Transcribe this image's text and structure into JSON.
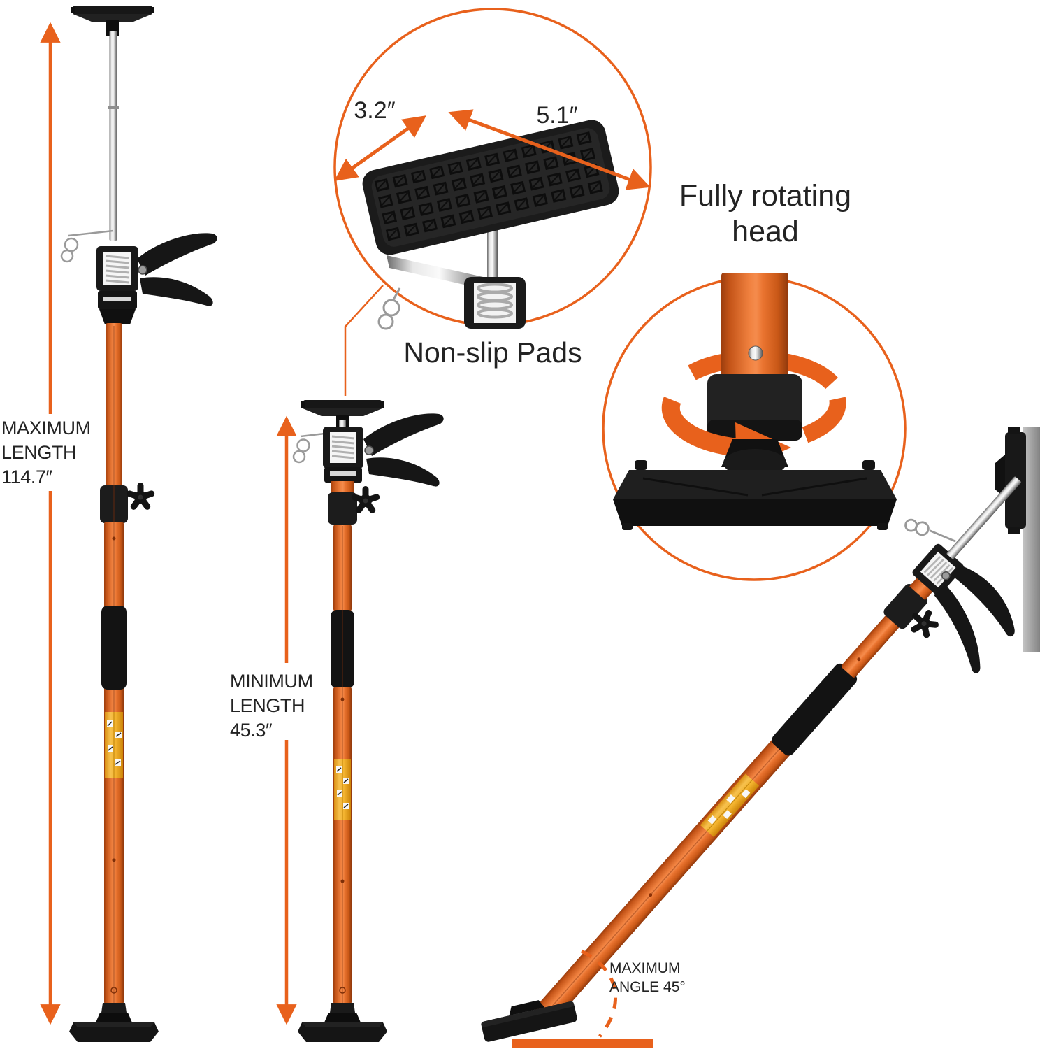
{
  "colors": {
    "accent": "#E8611C",
    "text": "#232323",
    "pole_orange": "#F0813F",
    "hardware_black": "#171717",
    "background": "#FFFFFF"
  },
  "left_figure": {
    "label": {
      "lines": [
        "MAXIMUM",
        "LENGTH",
        "114.7″"
      ]
    }
  },
  "middle_figure": {
    "label": {
      "lines": [
        "MINIMUM",
        "LENGTH",
        "45.3″"
      ]
    }
  },
  "pad_inset": {
    "width_label": "3.2″",
    "depth_label": "5.1″",
    "caption": "Non-slip Pads"
  },
  "head_inset": {
    "caption_lines": [
      "Fully rotating",
      "head"
    ]
  },
  "angle_figure": {
    "label_lines": [
      "MAXIMUM",
      "ANGLE 45°"
    ]
  }
}
